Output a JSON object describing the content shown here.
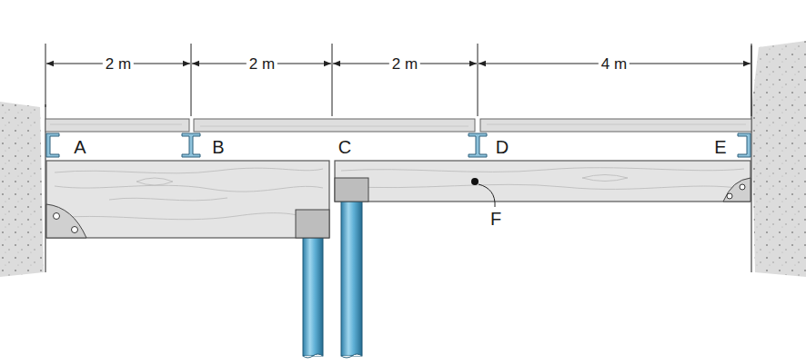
{
  "diagram": {
    "labels": [
      "2 m",
      "2 m",
      "2 m",
      "4 m",
      "A",
      "B",
      "C",
      "D",
      "E",
      "F"
    ]
  }
}
